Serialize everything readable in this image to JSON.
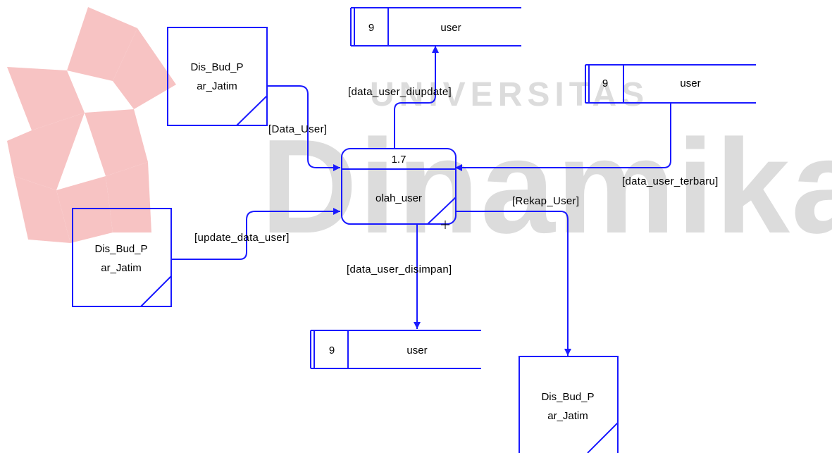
{
  "colors": {
    "line": "#1a1aff",
    "text": "#000000",
    "watermark_red": "#f4b3b3",
    "watermark_grey": "#d6d6d6"
  },
  "watermark": {
    "university_text": "UNIVERSITAS",
    "name_text": "Dinamika"
  },
  "process": {
    "number": "1.7",
    "name": "olah_user"
  },
  "entities": {
    "top_left": {
      "line1": "Dis_Bud_P",
      "line2": "ar_Jatim"
    },
    "middle_left": {
      "line1": "Dis_Bud_P",
      "line2": "ar_Jatim"
    },
    "bottom_right": {
      "line1": "Dis_Bud_P",
      "line2": "ar_Jatim"
    }
  },
  "stores": {
    "top": {
      "id": "9",
      "name": "user"
    },
    "right": {
      "id": "9",
      "name": "user"
    },
    "bottom": {
      "id": "9",
      "name": "user"
    }
  },
  "flows": {
    "data_user": "[Data_User]",
    "update_data_user": "[update_data_user]",
    "data_user_diupdate": "[data_user_diupdate]",
    "data_user_terbaru": "[data_user_terbaru]",
    "data_user_disimpan": "[data_user_disimpan]",
    "rekap_user": "[Rekap_User]"
  }
}
